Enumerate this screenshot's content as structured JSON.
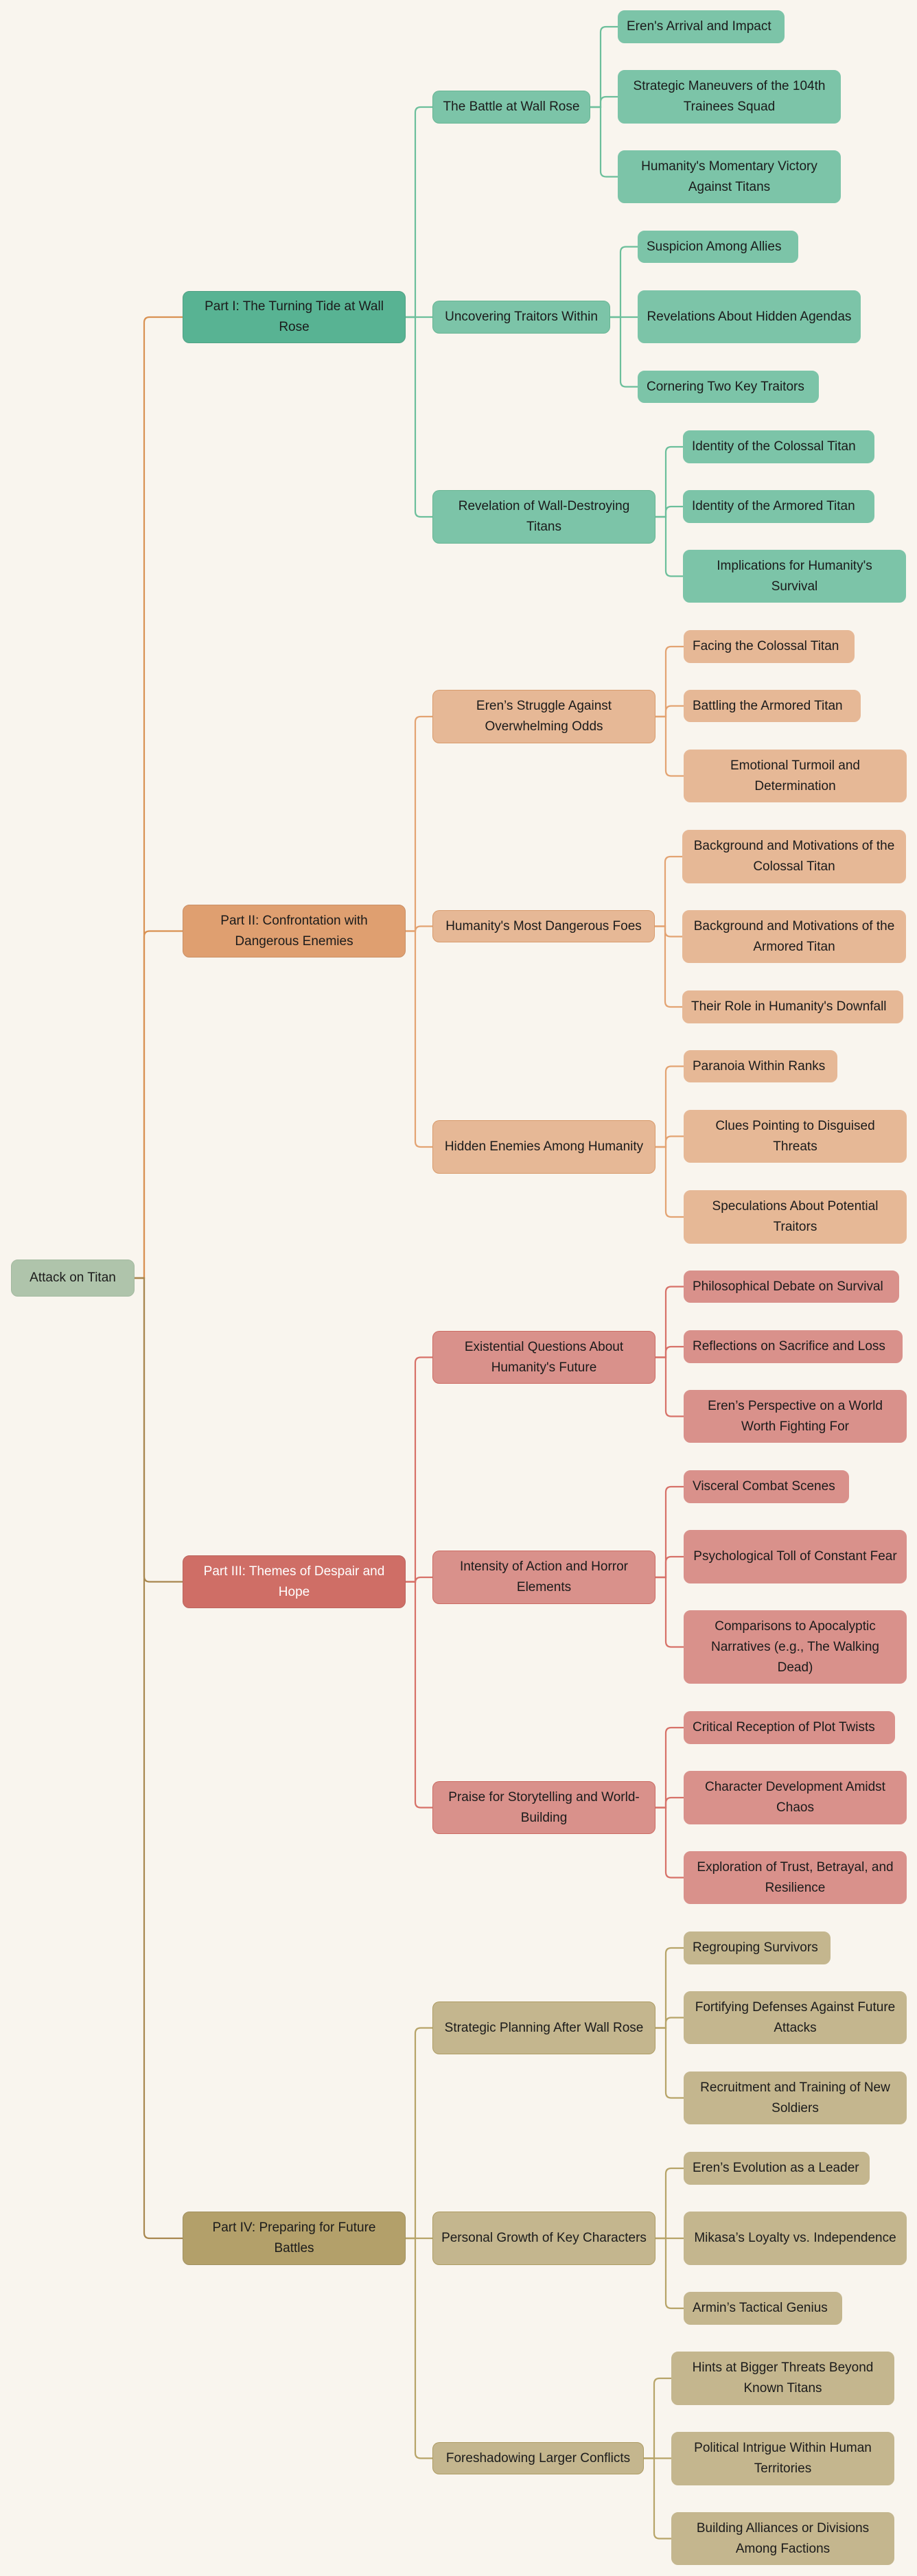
{
  "root": {
    "label": "Attack on Titan",
    "color": "#afc4ab"
  },
  "parts": [
    {
      "label": "Part I: The Turning Tide at Wall Rose",
      "colors": {
        "part": "#58b393",
        "child": "#7cc4a8",
        "line": "#6cbf9b",
        "text": "#1b1b1b"
      },
      "children": [
        {
          "label": "The Battle at Wall Rose",
          "children": [
            "Eren's Arrival and Impact",
            "Strategic Maneuvers of the 104th Trainees Squad",
            "Humanity's Momentary Victory Against Titans"
          ]
        },
        {
          "label": "Uncovering Traitors Within",
          "children": [
            "Suspicion Among Allies",
            "Revelations About Hidden Agendas",
            "Cornering Two Key Traitors"
          ]
        },
        {
          "label": "Revelation of Wall-Destroying Titans",
          "children": [
            "Identity of the Colossal Titan",
            "Identity of the Armored Titan",
            "Implications for Humanity's Survival"
          ]
        }
      ]
    },
    {
      "label": "Part II: Confrontation with Dangerous Enemies",
      "colors": {
        "part": "#df9f70",
        "child": "#e6b896",
        "line": "#e3a372",
        "text": "#1b1b1b"
      },
      "children": [
        {
          "label": "Eren’s Struggle Against Overwhelming Odds",
          "children": [
            "Facing the Colossal Titan",
            "Battling the Armored Titan",
            "Emotional Turmoil and Determination"
          ]
        },
        {
          "label": "Humanity's Most Dangerous Foes",
          "children": [
            "Background and Motivations of the Colossal Titan",
            "Background and Motivations of the Armored Titan",
            "Their Role in Humanity's Downfall"
          ]
        },
        {
          "label": "Hidden Enemies Among Humanity",
          "children": [
            "Paranoia Within Ranks",
            "Clues Pointing to Disguised Threats",
            "Speculations About Potential Traitors"
          ]
        }
      ]
    },
    {
      "label": "Part III: Themes of Despair and Hope",
      "colors": {
        "part": "#cf6e66",
        "child": "#d9918b",
        "line": "#d77168",
        "text": "#ffffff"
      },
      "children": [
        {
          "label": "Existential Questions About Humanity's Future",
          "children": [
            "Philosophical Debate on Survival",
            "Reflections on Sacrifice and Loss",
            "Eren’s Perspective on a World Worth Fighting For"
          ]
        },
        {
          "label": "Intensity of Action and Horror Elements",
          "children": [
            "Visceral Combat Scenes",
            "Psychological Toll of Constant Fear",
            "Comparisons to Apocalyptic Narratives (e.g., The Walking Dead)"
          ]
        },
        {
          "label": "Praise for Storytelling and World-Building",
          "children": [
            "Critical Reception of Plot Twists",
            "Character Development Amidst Chaos",
            "Exploration of Trust, Betrayal, and Resilience"
          ]
        }
      ]
    },
    {
      "label": "Part IV: Preparing for Future Battles",
      "colors": {
        "part": "#b3a06a",
        "child": "#c4b68e",
        "line": "#b7a468",
        "text": "#1b1b1b"
      },
      "children": [
        {
          "label": "Strategic Planning After Wall Rose",
          "children": [
            "Regrouping Survivors",
            "Fortifying Defenses Against Future Attacks",
            "Recruitment and Training of New Soldiers"
          ]
        },
        {
          "label": "Personal Growth of Key Characters",
          "children": [
            "Eren’s Evolution as a Leader",
            "Mikasa’s Loyalty vs. Independence",
            "Armin’s Tactical Genius"
          ]
        },
        {
          "label": "Foreshadowing Larger Conflicts",
          "children": [
            "Hints at Bigger Threats Beyond Known Titans",
            "Political Intrigue Within Human Territories",
            "Building Alliances or Divisions Among Factions"
          ]
        }
      ]
    }
  ]
}
